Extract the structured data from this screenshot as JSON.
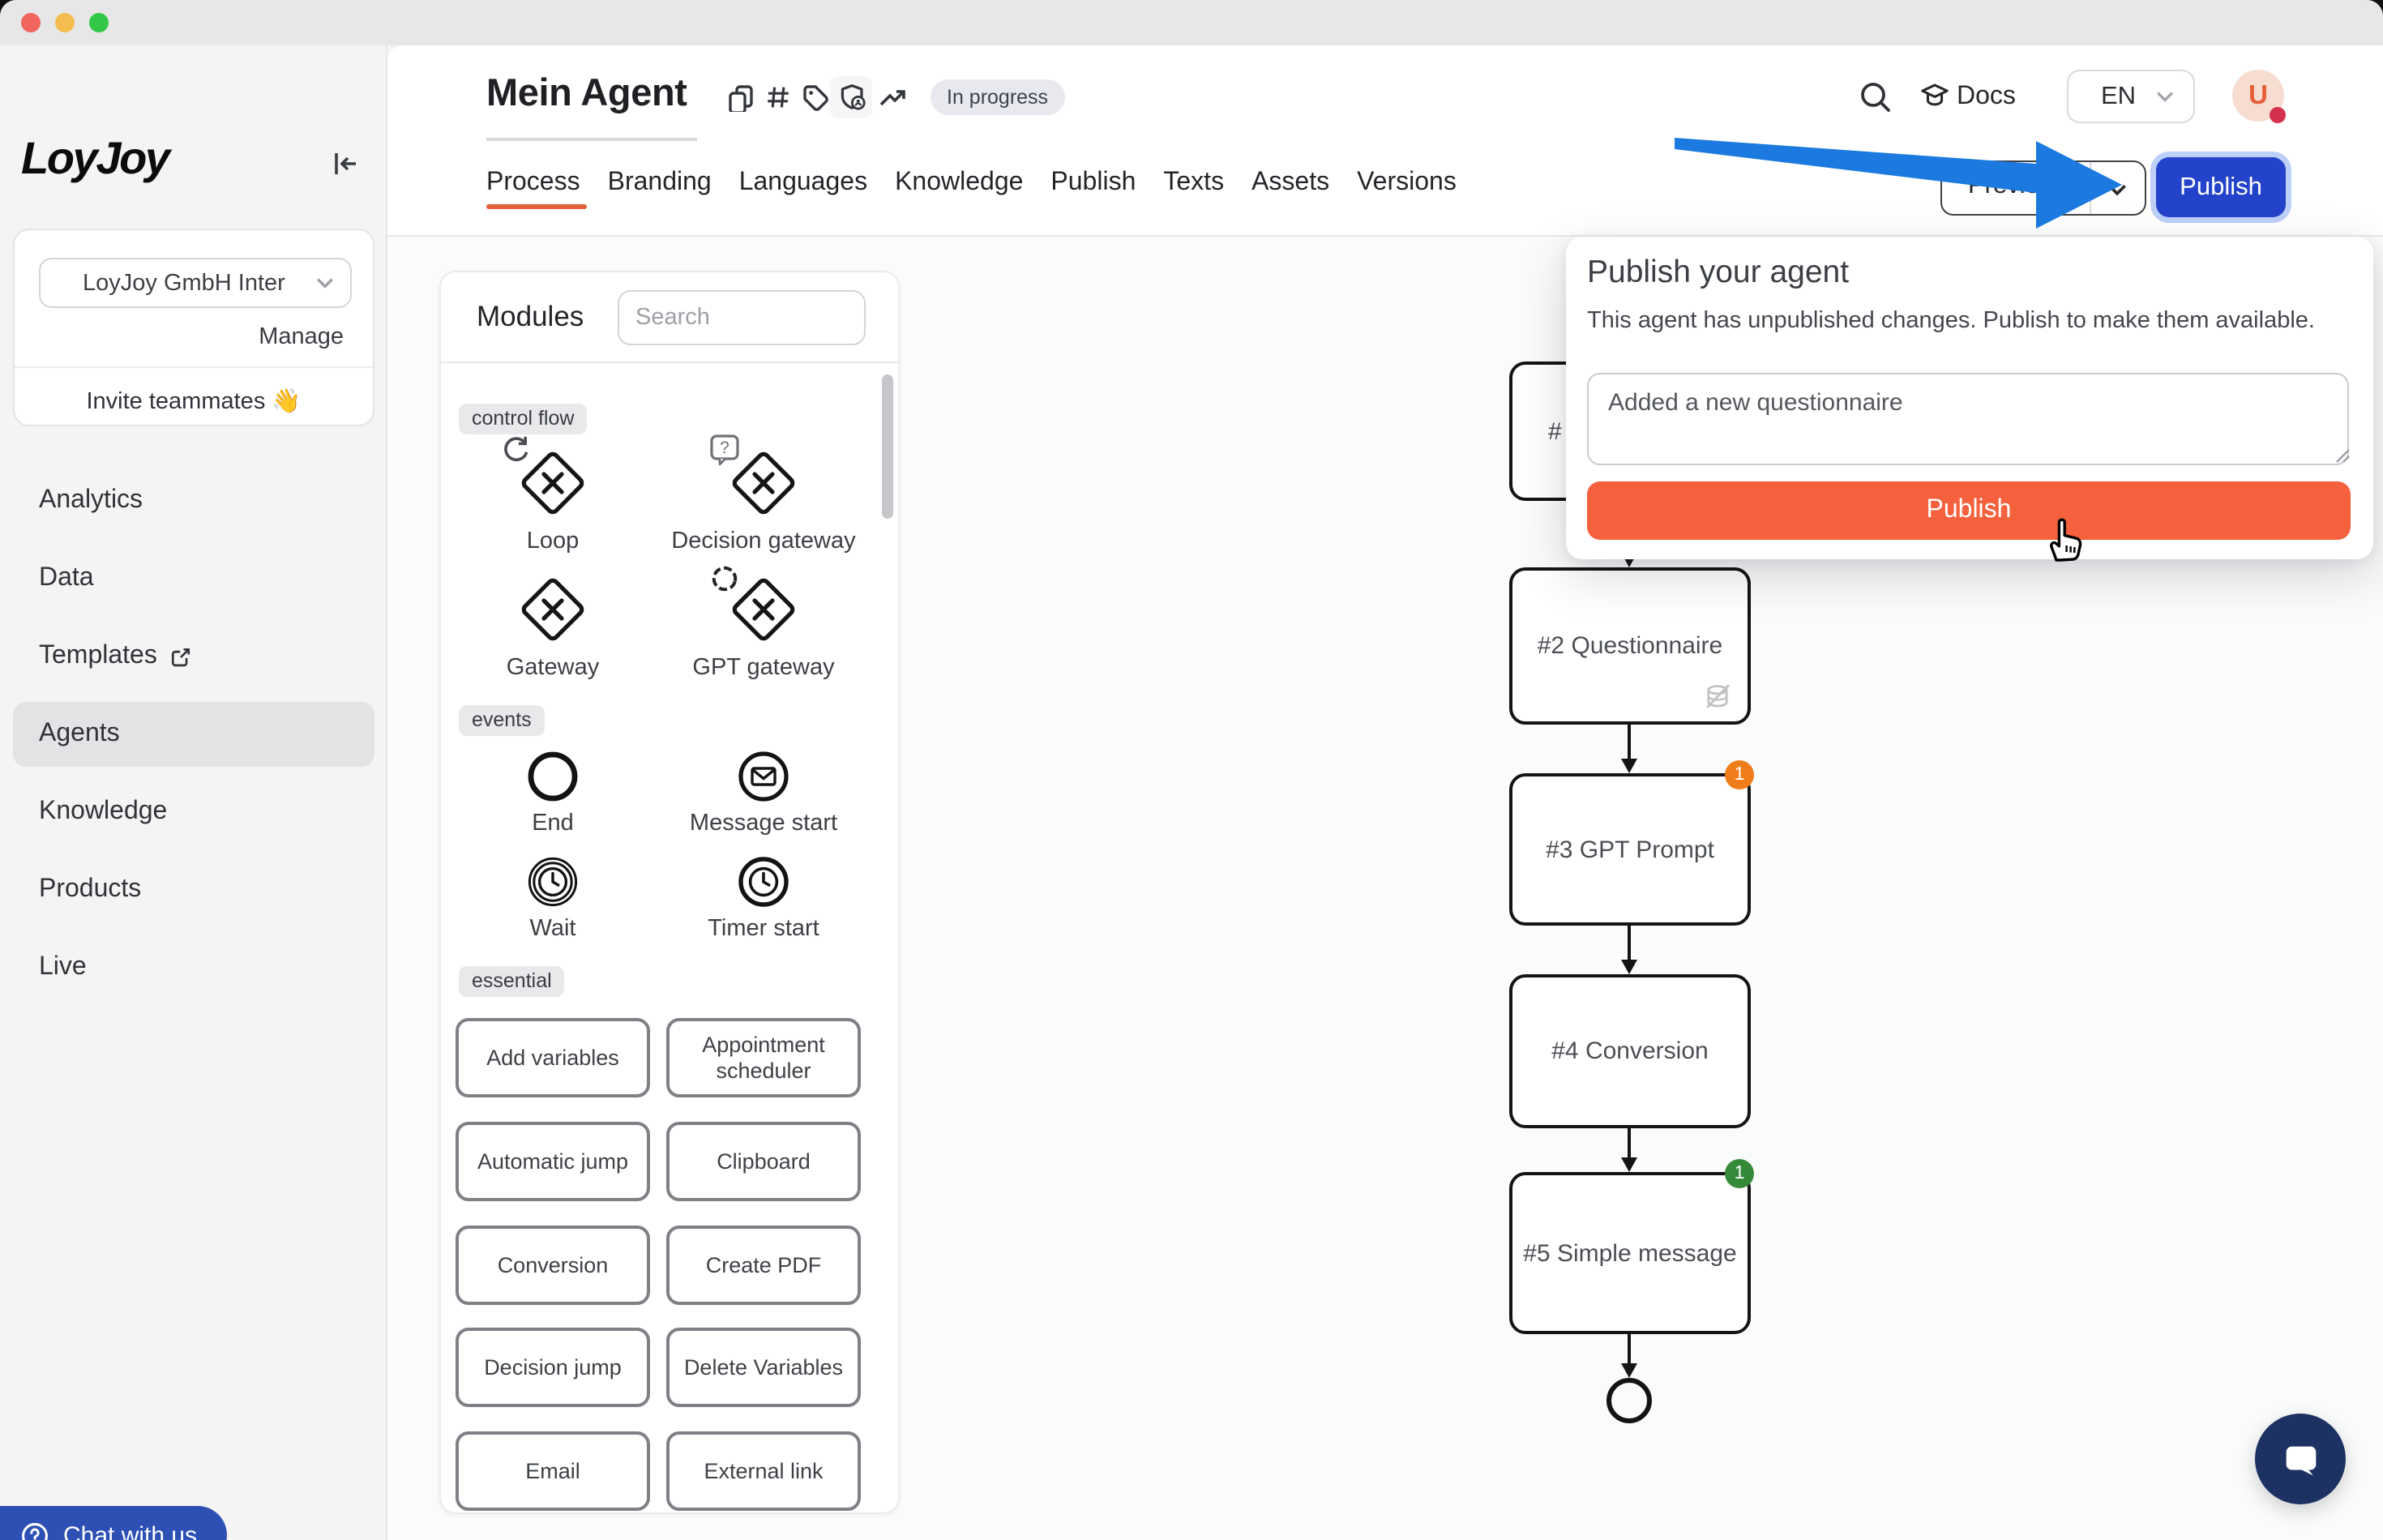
{
  "window": {
    "controls": [
      "close",
      "minimize",
      "zoom"
    ]
  },
  "sidebar": {
    "logo": "LoyJoy",
    "org_select_value": "LoyJoy GmbH Inter",
    "manage_label": "Manage",
    "invite_label": "Invite teammates 👋",
    "items": [
      {
        "label": "Analytics"
      },
      {
        "label": "Data"
      },
      {
        "label": "Templates"
      },
      {
        "label": "Agents"
      },
      {
        "label": "Knowledge"
      },
      {
        "label": "Products"
      },
      {
        "label": "Live"
      }
    ],
    "chat_label": "Chat with us"
  },
  "header": {
    "title": "Mein Agent",
    "status": "In progress",
    "docs": "Docs",
    "lang": "EN",
    "avatar": "U",
    "preview": "Preview",
    "publish": "Publish"
  },
  "tabs": [
    "Process",
    "Branding",
    "Languages",
    "Knowledge",
    "Publish",
    "Texts",
    "Assets",
    "Versions"
  ],
  "modules": {
    "title": "Modules",
    "search_placeholder": "Search",
    "section_control": "control flow",
    "section_events": "events",
    "section_essential": "essential",
    "control_items": [
      "Loop",
      "Decision gateway",
      "Gateway",
      "GPT gateway"
    ],
    "event_items": [
      "End",
      "Message start",
      "Wait",
      "Timer start"
    ],
    "essential_items": [
      "Add variables",
      "Appointment scheduler",
      "Automatic jump",
      "Clipboard",
      "Conversion",
      "Create PDF",
      "Decision jump",
      "Delete Variables",
      "Email",
      "External link"
    ]
  },
  "popover": {
    "title": "Publish your agent",
    "description": "This agent has unpublished changes. Publish to make them available.",
    "note": "Added a new questionnaire",
    "cta": "Publish"
  },
  "flow": {
    "node1_label": "#",
    "node2_label": "#2 Questionnaire",
    "node3_label": "#3 GPT Prompt",
    "node3_badge": "1",
    "node4_label": "#4 Conversion",
    "node5_label": "#5 Simple message",
    "node5_badge": "1"
  },
  "colors": {
    "publish_blue": "#2443cb",
    "cta_orange": "#f4613c",
    "arrow_blue": "#1b79df",
    "badge_orange": "#ee7c18",
    "badge_green": "#358a39",
    "chat_blue": "#2d50b5",
    "fab_navy": "#1d3262",
    "tab_accent": "#e2603c"
  }
}
